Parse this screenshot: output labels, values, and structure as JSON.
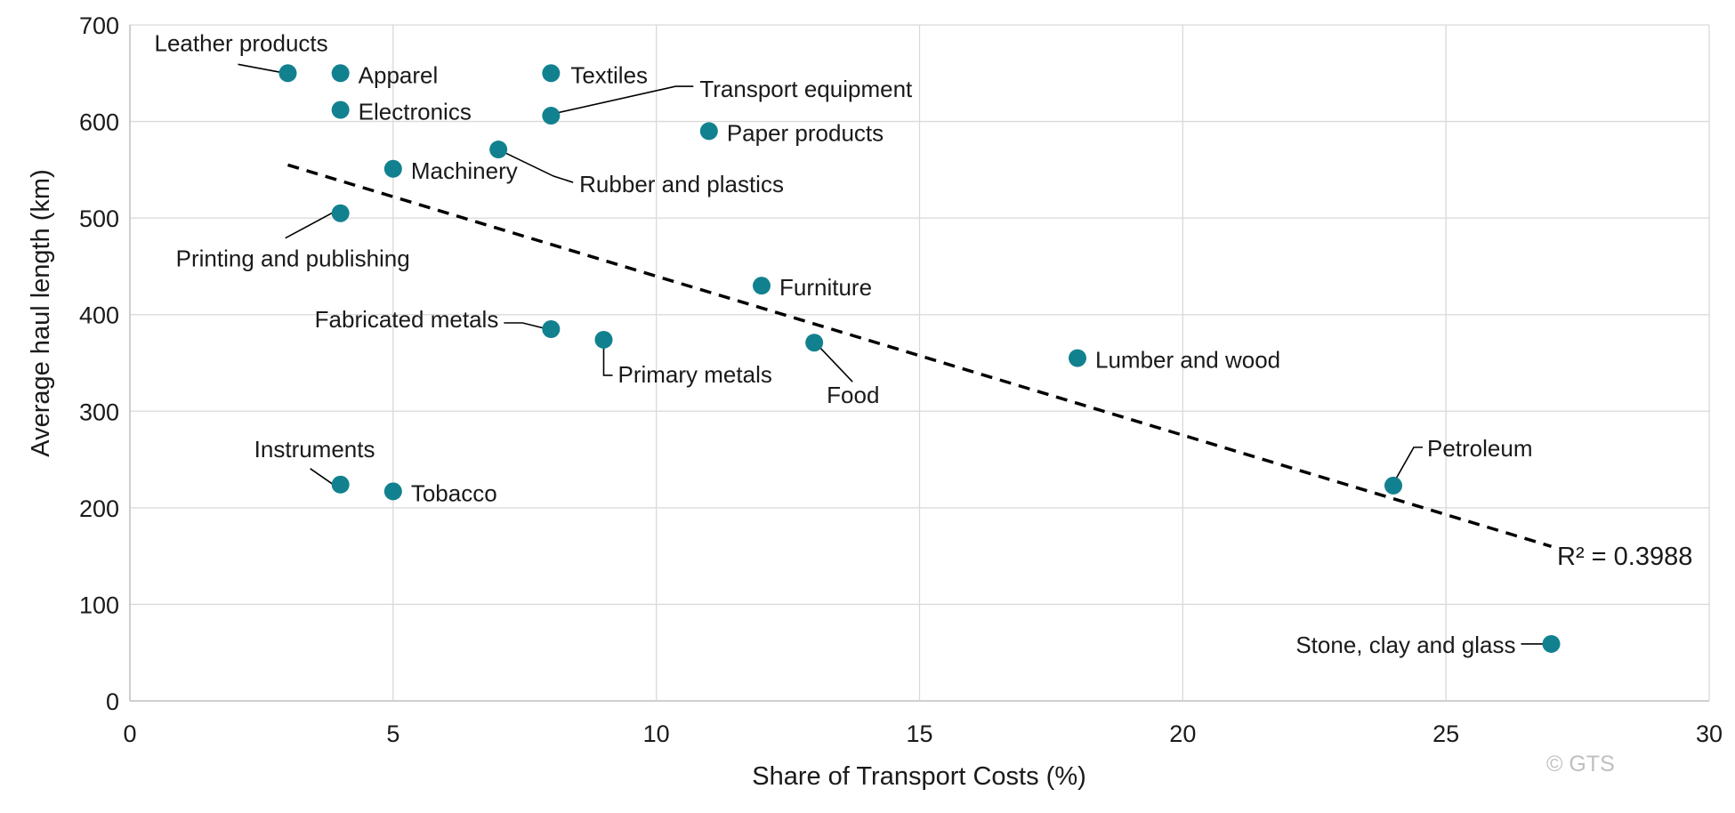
{
  "chart_data": {
    "type": "scatter",
    "xlabel": "Share of Transport Costs (%)",
    "ylabel": "Average haul length (km)",
    "xlim": [
      0,
      30
    ],
    "ylim": [
      0,
      700
    ],
    "xticks": [
      0,
      5,
      10,
      15,
      20,
      25,
      30
    ],
    "yticks": [
      0,
      100,
      200,
      300,
      400,
      500,
      600,
      700
    ],
    "grid": true,
    "marker_color": "#12818f",
    "points": [
      {
        "label": "Leather products",
        "x": 3,
        "y": 650
      },
      {
        "label": "Apparel",
        "x": 4,
        "y": 650
      },
      {
        "label": "Electronics",
        "x": 4,
        "y": 612
      },
      {
        "label": "Printing and publishing",
        "x": 4,
        "y": 505
      },
      {
        "label": "Instruments",
        "x": 4,
        "y": 224
      },
      {
        "label": "Machinery",
        "x": 5,
        "y": 551
      },
      {
        "label": "Tobacco",
        "x": 5,
        "y": 217
      },
      {
        "label": "Rubber and plastics",
        "x": 7,
        "y": 571
      },
      {
        "label": "Textiles",
        "x": 8,
        "y": 650
      },
      {
        "label": "Transport equipment",
        "x": 8,
        "y": 606
      },
      {
        "label": "Fabricated metals",
        "x": 8,
        "y": 385
      },
      {
        "label": "Primary metals",
        "x": 9,
        "y": 374
      },
      {
        "label": "Paper products",
        "x": 11,
        "y": 590
      },
      {
        "label": "Furniture",
        "x": 12,
        "y": 430
      },
      {
        "label": "Food",
        "x": 13,
        "y": 371
      },
      {
        "label": "Lumber and wood",
        "x": 18,
        "y": 355
      },
      {
        "label": "Petroleum",
        "x": 24,
        "y": 223
      },
      {
        "label": "Stone, clay and glass",
        "x": 27,
        "y": 59
      }
    ],
    "trendline": {
      "style": "dashed",
      "x": [
        3,
        27
      ],
      "y": [
        555,
        160
      ]
    },
    "annotation": "R² = 0.3988"
  },
  "credit": "© GTS"
}
